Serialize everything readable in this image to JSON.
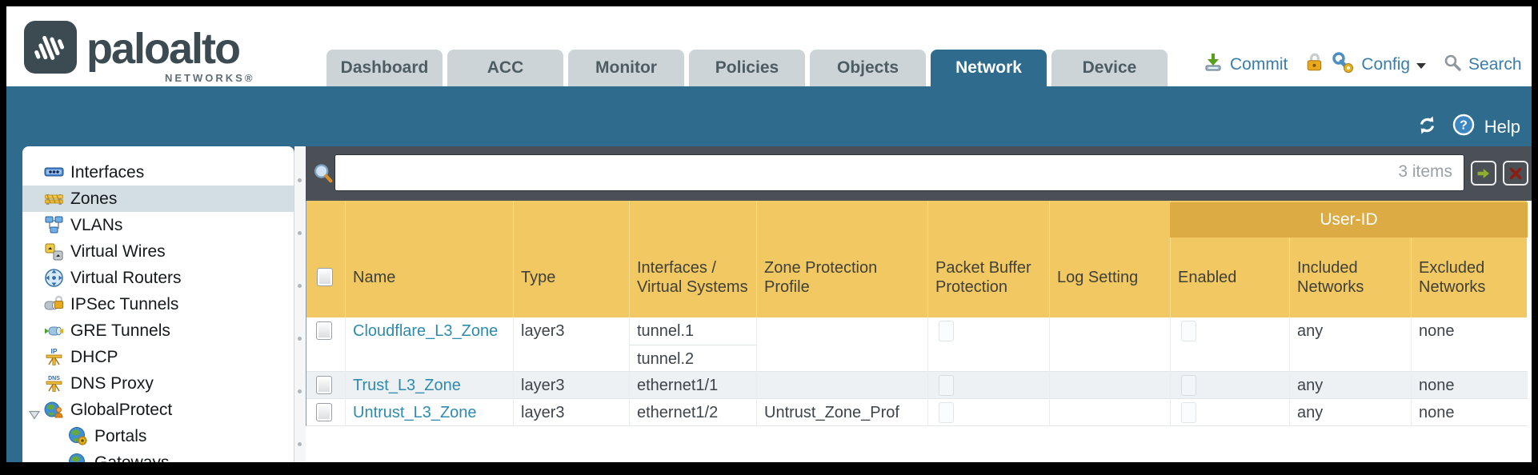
{
  "header": {
    "brand": {
      "wordmark": "paloalto",
      "subtext": "NETWORKS®"
    },
    "tabs": [
      {
        "label": "Dashboard",
        "active": false
      },
      {
        "label": "ACC",
        "active": false
      },
      {
        "label": "Monitor",
        "active": false
      },
      {
        "label": "Policies",
        "active": false
      },
      {
        "label": "Objects",
        "active": false
      },
      {
        "label": "Network",
        "active": true
      },
      {
        "label": "Device",
        "active": false
      }
    ],
    "actions": {
      "commit": "Commit",
      "config": "Config",
      "search": "Search"
    }
  },
  "band": {
    "help": "Help"
  },
  "sidebar": {
    "items": [
      {
        "label": "Interfaces",
        "icon": "interfaces-icon",
        "selected": false,
        "level": 0,
        "expander": false
      },
      {
        "label": "Zones",
        "icon": "zones-icon",
        "selected": true,
        "level": 0,
        "expander": false
      },
      {
        "label": "VLANs",
        "icon": "vlans-icon",
        "selected": false,
        "level": 0,
        "expander": false
      },
      {
        "label": "Virtual Wires",
        "icon": "virtual-wires-icon",
        "selected": false,
        "level": 0,
        "expander": false
      },
      {
        "label": "Virtual Routers",
        "icon": "virtual-routers-icon",
        "selected": false,
        "level": 0,
        "expander": false
      },
      {
        "label": "IPSec Tunnels",
        "icon": "ipsec-tunnels-icon",
        "selected": false,
        "level": 0,
        "expander": false
      },
      {
        "label": "GRE Tunnels",
        "icon": "gre-tunnels-icon",
        "selected": false,
        "level": 0,
        "expander": false
      },
      {
        "label": "DHCP",
        "icon": "dhcp-icon",
        "selected": false,
        "level": 0,
        "expander": false
      },
      {
        "label": "DNS Proxy",
        "icon": "dns-proxy-icon",
        "selected": false,
        "level": 0,
        "expander": false
      },
      {
        "label": "GlobalProtect",
        "icon": "globalprotect-icon",
        "selected": false,
        "level": 0,
        "expander": true
      },
      {
        "label": "Portals",
        "icon": "portals-icon",
        "selected": false,
        "level": 1,
        "expander": false
      },
      {
        "label": "Gateways",
        "icon": "gateways-icon",
        "selected": false,
        "level": 1,
        "expander": false
      }
    ]
  },
  "filterbar": {
    "value": "",
    "count": "3 items"
  },
  "table": {
    "group_header": "User-ID",
    "columns": [
      "Name",
      "Type",
      "Interfaces / Virtual Systems",
      "Zone Protection Profile",
      "Packet Buffer Protection",
      "Log Setting",
      "Enabled",
      "Included Networks",
      "Excluded Networks"
    ],
    "rows": [
      {
        "name": "Cloudflare_L3_Zone",
        "type": "layer3",
        "interfaces": [
          "tunnel.1",
          "tunnel.2"
        ],
        "zone_protection_profile": "",
        "packet_buffer_protection": false,
        "log_setting": "",
        "user_id_enabled": false,
        "included_networks": "any",
        "excluded_networks": "none"
      },
      {
        "name": "Trust_L3_Zone",
        "type": "layer3",
        "interfaces": [
          "ethernet1/1"
        ],
        "zone_protection_profile": "",
        "packet_buffer_protection": false,
        "log_setting": "",
        "user_id_enabled": false,
        "included_networks": "any",
        "excluded_networks": "none"
      },
      {
        "name": "Untrust_L3_Zone",
        "type": "layer3",
        "interfaces": [
          "ethernet1/2"
        ],
        "zone_protection_profile": "Untrust_Zone_Prof",
        "packet_buffer_protection": false,
        "log_setting": "",
        "user_id_enabled": false,
        "included_networks": "any",
        "excluded_networks": "none"
      }
    ]
  },
  "colors": {
    "teal": "#2f6b8c",
    "header_amber": "#f2c862",
    "userid_amber": "#dcab43",
    "link_blue": "#2e8bad",
    "action_blue": "#3a7dac",
    "strip_dark": "#4a5056",
    "alt_row": "#eef1f4"
  }
}
